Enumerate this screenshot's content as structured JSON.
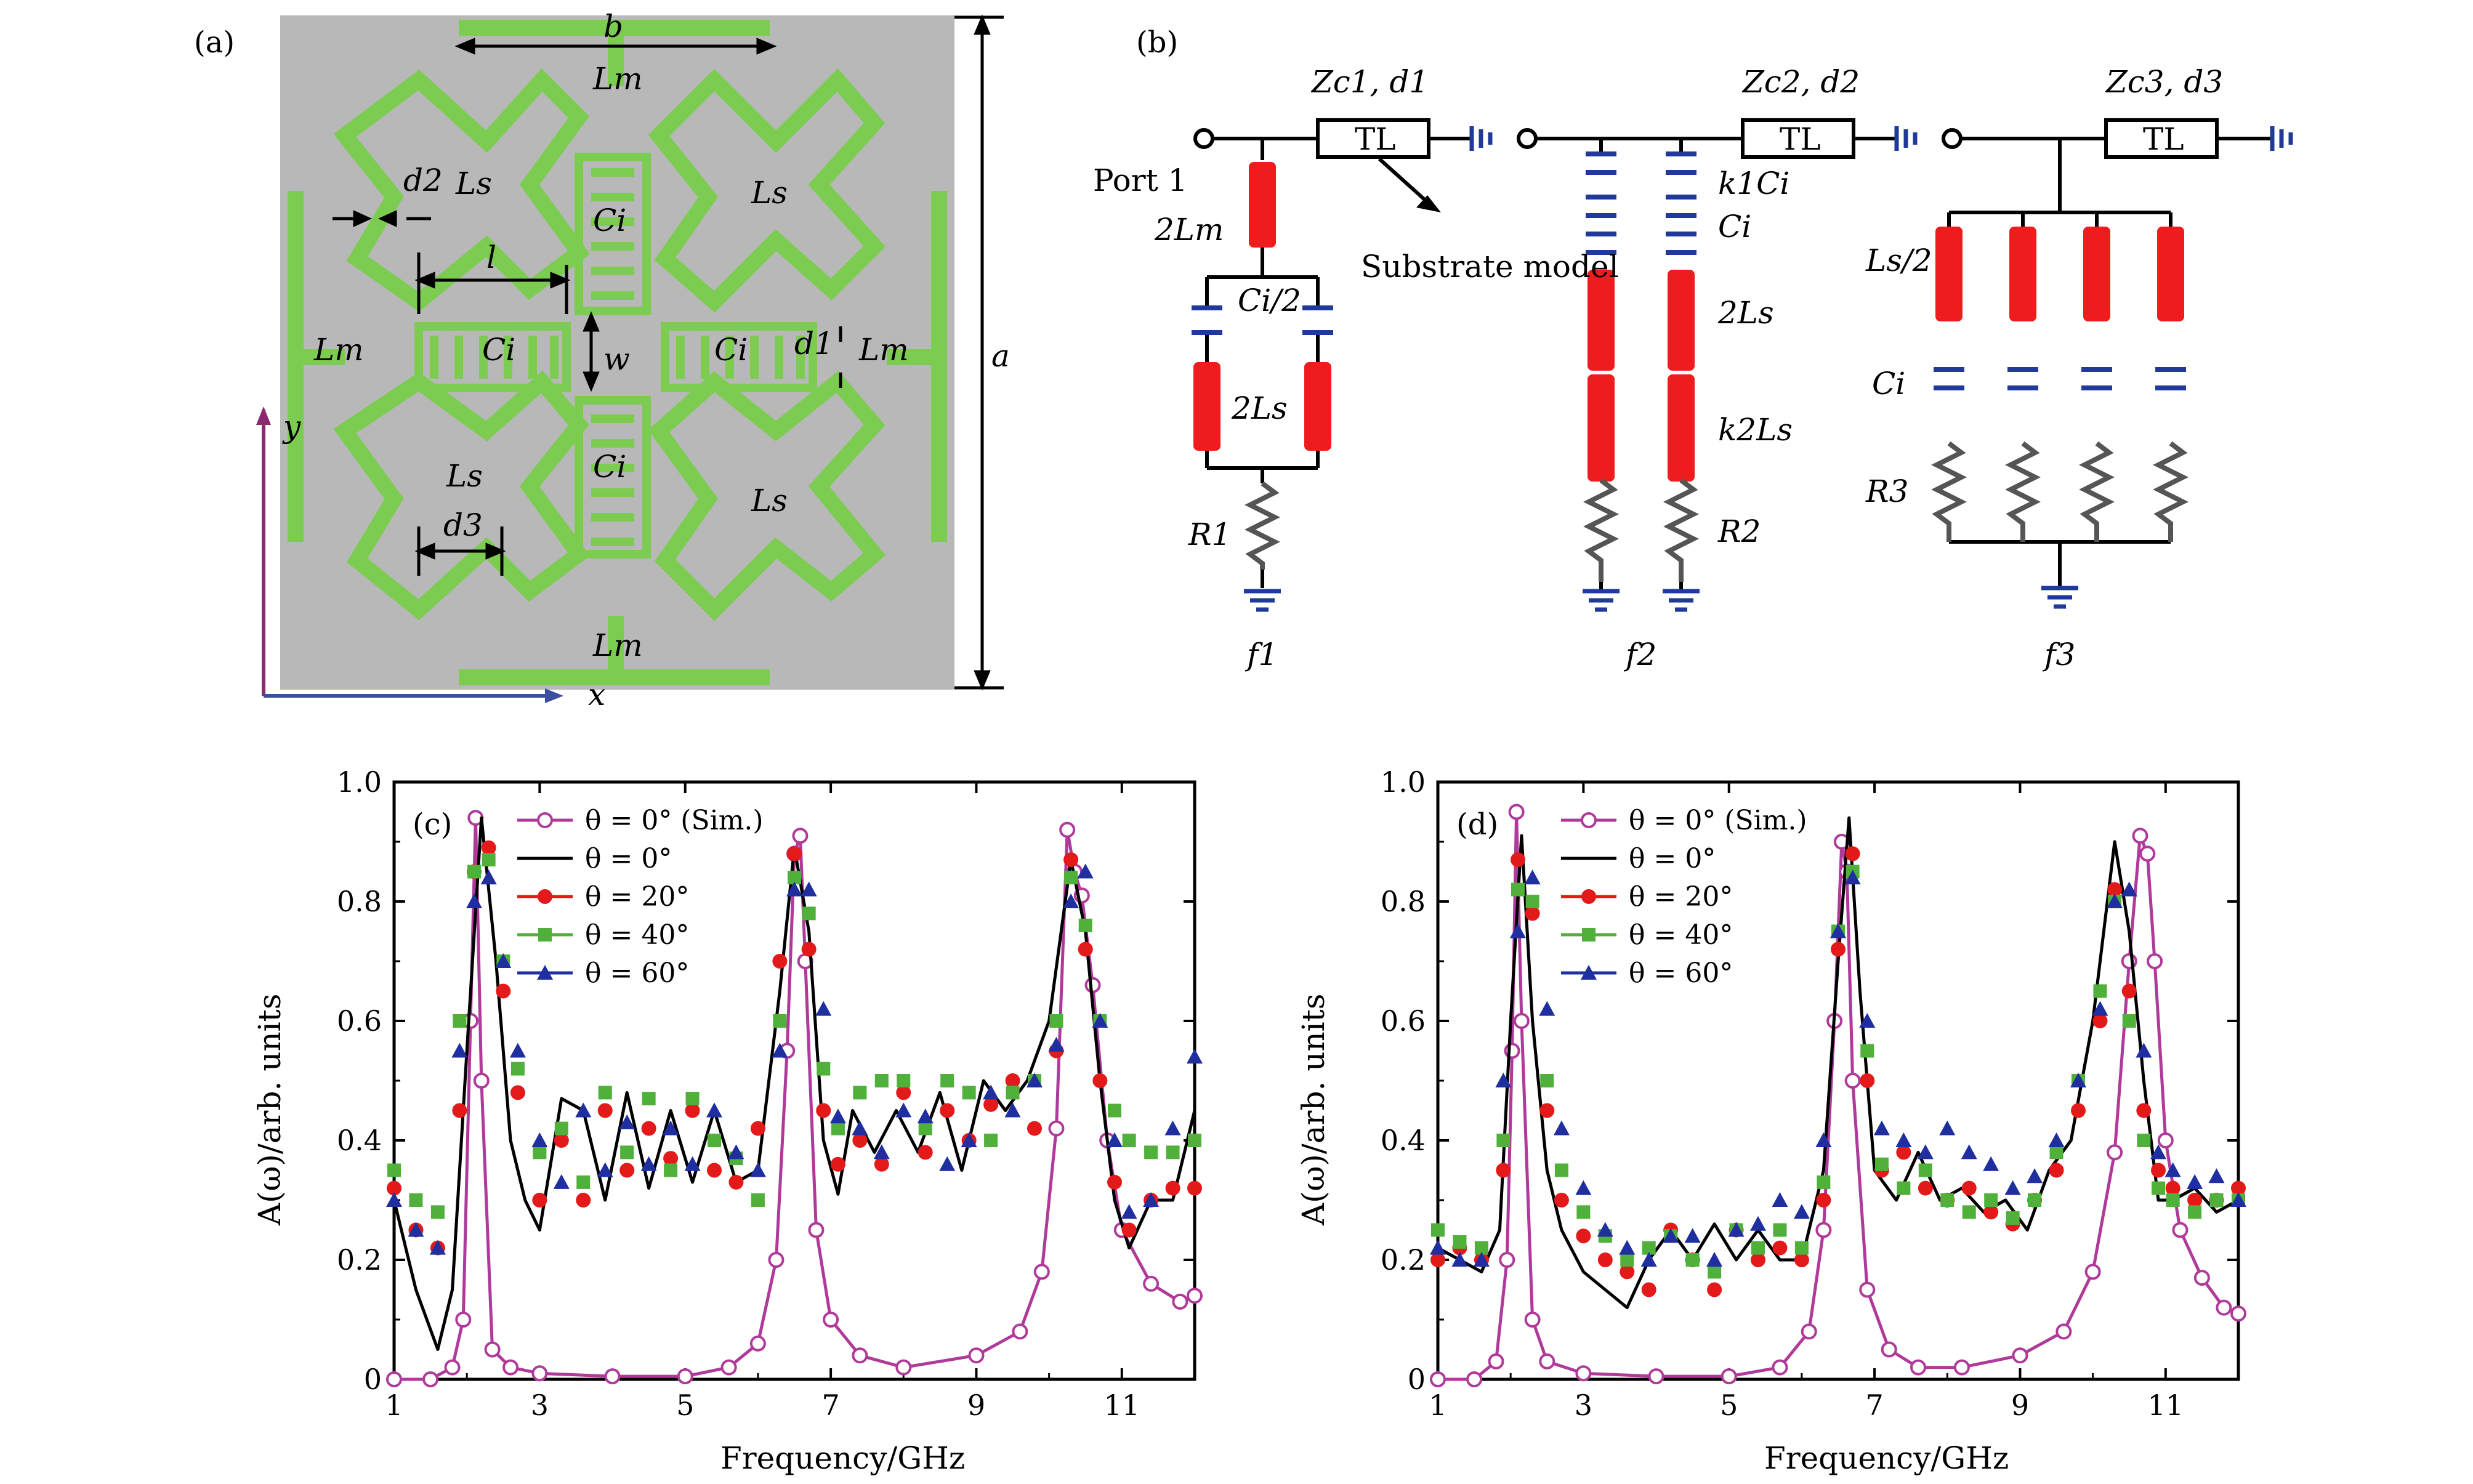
{
  "panel_labels": {
    "a": "(a)",
    "b": "(b)",
    "c": "(c)",
    "d": "(d)"
  },
  "structure": {
    "labels": {
      "b": "b",
      "a": "a",
      "lm_top": "Lm",
      "lm_bottom": "Lm",
      "lm_left": "Lm",
      "lm_right": "Lm",
      "ls_tl": "Ls",
      "ls_tr": "Ls",
      "ls_bl": "Ls",
      "ls_br": "Ls",
      "ci_top": "Ci",
      "ci_bottom": "Ci",
      "ci_left": "Ci",
      "ci_right": "Ci",
      "d1": "d1",
      "d2": "d2",
      "d3": "d3",
      "l": "l",
      "w": "w",
      "x": "x",
      "y": "y"
    },
    "colors": {
      "substrate": "#b8b8b8",
      "metal": "#7ccc52",
      "y_axis": "#8b2a6f",
      "x_axis": "#3a4fa0"
    }
  },
  "circuit": {
    "port1": "Port 1",
    "tl": "TL",
    "substrate_model": "Substrate model",
    "zc1": "Zc1, d1",
    "zc2": "Zc2, d2",
    "zc3": "Zc3, d3",
    "two_lm": "2Lm",
    "ci_half": "Ci/2",
    "two_ls": "2Ls",
    "r1": "R1",
    "f1": "f1",
    "k1ci": "k1Ci",
    "ci": "Ci",
    "two_ls_b": "2Ls",
    "k2ls": "k2Ls",
    "r2": "R2",
    "f2": "f2",
    "ls_half": "Ls/2",
    "ci_c": "Ci",
    "r3": "R3",
    "f3": "f3",
    "colors": {
      "inductor": "#ee1c1c",
      "capacitor": "#1f3a9a",
      "resistor": "#555555",
      "ground": "#1f3a9a"
    }
  },
  "chart_data": [
    {
      "type": "line",
      "panel": "(c)",
      "xlabel": "Frequency/GHz",
      "ylabel": "A(ω)/arb. units",
      "xlim": [
        1,
        12
      ],
      "ylim": [
        0,
        1.0
      ],
      "xticks": [
        "1",
        "3",
        "5",
        "7",
        "9",
        "11"
      ],
      "yticks": [
        "0",
        "0.2",
        "0.4",
        "0.6",
        "0.8",
        "1.0"
      ],
      "legend_position": "top-left",
      "series": [
        {
          "name": "θ = 0° (Sim.)",
          "color": "#b03a9a",
          "marker": "open-circle",
          "x": [
            1.0,
            1.5,
            1.8,
            1.95,
            2.05,
            2.12,
            2.2,
            2.35,
            2.6,
            3.0,
            4.0,
            5.0,
            5.6,
            6.0,
            6.25,
            6.4,
            6.5,
            6.58,
            6.65,
            6.8,
            7.0,
            7.4,
            8.0,
            9.0,
            9.6,
            9.9,
            10.1,
            10.25,
            10.35,
            10.45,
            10.6,
            10.8,
            11.0,
            11.4,
            11.8,
            12.0
          ],
          "y": [
            0.0,
            0.0,
            0.02,
            0.1,
            0.6,
            0.94,
            0.5,
            0.05,
            0.02,
            0.01,
            0.005,
            0.005,
            0.02,
            0.06,
            0.2,
            0.55,
            0.88,
            0.91,
            0.7,
            0.25,
            0.1,
            0.04,
            0.02,
            0.04,
            0.08,
            0.18,
            0.42,
            0.92,
            0.85,
            0.81,
            0.66,
            0.4,
            0.25,
            0.16,
            0.13,
            0.14
          ]
        },
        {
          "name": "θ = 0°",
          "color": "#000000",
          "marker": "none",
          "x": [
            1.0,
            1.3,
            1.6,
            1.8,
            2.0,
            2.2,
            2.4,
            2.6,
            2.8,
            3.0,
            3.3,
            3.6,
            3.9,
            4.2,
            4.5,
            4.8,
            5.1,
            5.4,
            5.7,
            6.0,
            6.3,
            6.5,
            6.7,
            6.9,
            7.1,
            7.3,
            7.6,
            7.9,
            8.2,
            8.5,
            8.8,
            9.1,
            9.4,
            9.7,
            10.0,
            10.3,
            10.5,
            10.7,
            10.9,
            11.1,
            11.4,
            11.7,
            12.0
          ],
          "y": [
            0.3,
            0.15,
            0.05,
            0.15,
            0.55,
            0.94,
            0.7,
            0.4,
            0.3,
            0.25,
            0.47,
            0.45,
            0.3,
            0.48,
            0.32,
            0.45,
            0.33,
            0.45,
            0.33,
            0.35,
            0.65,
            0.89,
            0.75,
            0.4,
            0.31,
            0.45,
            0.38,
            0.45,
            0.38,
            0.48,
            0.35,
            0.5,
            0.45,
            0.5,
            0.6,
            0.87,
            0.75,
            0.5,
            0.3,
            0.22,
            0.3,
            0.3,
            0.45
          ]
        },
        {
          "name": "θ = 20°",
          "color": "#e4191a",
          "marker": "filled-circle",
          "x": [
            1.0,
            1.3,
            1.6,
            1.9,
            2.1,
            2.3,
            2.5,
            2.7,
            3.0,
            3.3,
            3.6,
            3.9,
            4.2,
            4.5,
            4.8,
            5.1,
            5.4,
            5.7,
            6.0,
            6.3,
            6.5,
            6.7,
            6.9,
            7.1,
            7.4,
            7.7,
            8.0,
            8.3,
            8.6,
            8.9,
            9.2,
            9.5,
            9.8,
            10.1,
            10.3,
            10.5,
            10.7,
            10.9,
            11.1,
            11.4,
            11.7,
            12.0
          ],
          "y": [
            0.32,
            0.25,
            0.22,
            0.45,
            0.85,
            0.89,
            0.65,
            0.48,
            0.3,
            0.4,
            0.3,
            0.45,
            0.35,
            0.42,
            0.37,
            0.45,
            0.35,
            0.33,
            0.42,
            0.7,
            0.88,
            0.72,
            0.45,
            0.36,
            0.4,
            0.36,
            0.48,
            0.38,
            0.45,
            0.4,
            0.46,
            0.5,
            0.42,
            0.55,
            0.87,
            0.72,
            0.5,
            0.33,
            0.25,
            0.3,
            0.32,
            0.32
          ]
        },
        {
          "name": "θ = 40°",
          "color": "#4fb03a",
          "marker": "filled-square",
          "x": [
            1.0,
            1.3,
            1.6,
            1.9,
            2.1,
            2.3,
            2.5,
            2.7,
            3.0,
            3.3,
            3.6,
            3.9,
            4.2,
            4.5,
            4.8,
            5.1,
            5.4,
            5.7,
            6.0,
            6.3,
            6.5,
            6.7,
            6.9,
            7.1,
            7.4,
            7.7,
            8.0,
            8.3,
            8.6,
            8.9,
            9.2,
            9.5,
            9.8,
            10.1,
            10.3,
            10.5,
            10.7,
            10.9,
            11.1,
            11.4,
            11.7,
            12.0
          ],
          "y": [
            0.35,
            0.3,
            0.28,
            0.6,
            0.85,
            0.87,
            0.7,
            0.52,
            0.38,
            0.42,
            0.33,
            0.48,
            0.38,
            0.47,
            0.35,
            0.47,
            0.4,
            0.37,
            0.3,
            0.6,
            0.84,
            0.78,
            0.52,
            0.42,
            0.48,
            0.5,
            0.5,
            0.42,
            0.5,
            0.48,
            0.4,
            0.48,
            0.5,
            0.6,
            0.84,
            0.76,
            0.6,
            0.45,
            0.4,
            0.38,
            0.38,
            0.4
          ]
        },
        {
          "name": "θ = 60°",
          "color": "#1f2fa0",
          "marker": "filled-triangle",
          "x": [
            1.0,
            1.3,
            1.6,
            1.9,
            2.1,
            2.3,
            2.5,
            2.7,
            3.0,
            3.3,
            3.6,
            3.9,
            4.2,
            4.5,
            4.8,
            5.1,
            5.4,
            5.7,
            6.0,
            6.3,
            6.5,
            6.7,
            6.9,
            7.1,
            7.4,
            7.7,
            8.0,
            8.3,
            8.6,
            8.9,
            9.2,
            9.5,
            9.8,
            10.1,
            10.3,
            10.5,
            10.7,
            10.9,
            11.1,
            11.4,
            11.7,
            12.0
          ],
          "y": [
            0.3,
            0.25,
            0.22,
            0.55,
            0.8,
            0.84,
            0.7,
            0.55,
            0.4,
            0.33,
            0.45,
            0.35,
            0.43,
            0.36,
            0.42,
            0.36,
            0.45,
            0.38,
            0.35,
            0.55,
            0.82,
            0.82,
            0.62,
            0.44,
            0.42,
            0.38,
            0.45,
            0.44,
            0.36,
            0.4,
            0.48,
            0.45,
            0.5,
            0.56,
            0.8,
            0.85,
            0.6,
            0.4,
            0.28,
            0.3,
            0.42,
            0.54
          ]
        }
      ]
    },
    {
      "type": "line",
      "panel": "(d)",
      "xlabel": "Frequency/GHz",
      "ylabel": "A(ω)/arb. units",
      "xlim": [
        1,
        12
      ],
      "ylim": [
        0,
        1.0
      ],
      "xticks": [
        "1",
        "3",
        "5",
        "7",
        "9",
        "11"
      ],
      "yticks": [
        "0",
        "0.2",
        "0.4",
        "0.6",
        "0.8",
        "1.0"
      ],
      "legend_position": "top-left",
      "series": [
        {
          "name": "θ = 0° (Sim.)",
          "color": "#b03a9a",
          "marker": "open-circle",
          "x": [
            1.0,
            1.5,
            1.8,
            1.95,
            2.02,
            2.08,
            2.15,
            2.3,
            2.5,
            3.0,
            4.0,
            5.0,
            5.7,
            6.1,
            6.3,
            6.45,
            6.55,
            6.62,
            6.7,
            6.9,
            7.2,
            7.6,
            8.2,
            9.0,
            9.6,
            10.0,
            10.3,
            10.5,
            10.65,
            10.75,
            10.85,
            11.0,
            11.2,
            11.5,
            11.8,
            12.0
          ],
          "y": [
            0.0,
            0.0,
            0.03,
            0.2,
            0.55,
            0.95,
            0.6,
            0.1,
            0.03,
            0.01,
            0.005,
            0.005,
            0.02,
            0.08,
            0.25,
            0.6,
            0.9,
            0.85,
            0.5,
            0.15,
            0.05,
            0.02,
            0.02,
            0.04,
            0.08,
            0.18,
            0.38,
            0.7,
            0.91,
            0.88,
            0.7,
            0.4,
            0.25,
            0.17,
            0.12,
            0.11
          ]
        },
        {
          "name": "θ = 0°",
          "color": "#000000",
          "marker": "none",
          "x": [
            1.0,
            1.3,
            1.6,
            1.85,
            2.0,
            2.15,
            2.3,
            2.5,
            2.7,
            3.0,
            3.3,
            3.6,
            3.9,
            4.2,
            4.5,
            4.8,
            5.1,
            5.4,
            5.7,
            6.0,
            6.3,
            6.5,
            6.65,
            6.8,
            7.0,
            7.3,
            7.6,
            7.9,
            8.2,
            8.5,
            8.8,
            9.1,
            9.4,
            9.7,
            10.0,
            10.3,
            10.5,
            10.7,
            10.9,
            11.1,
            11.4,
            11.7,
            12.0
          ],
          "y": [
            0.22,
            0.2,
            0.18,
            0.25,
            0.6,
            0.91,
            0.6,
            0.35,
            0.25,
            0.18,
            0.15,
            0.12,
            0.2,
            0.25,
            0.2,
            0.26,
            0.2,
            0.25,
            0.2,
            0.2,
            0.35,
            0.7,
            0.94,
            0.65,
            0.35,
            0.3,
            0.38,
            0.3,
            0.32,
            0.28,
            0.3,
            0.25,
            0.35,
            0.4,
            0.6,
            0.9,
            0.75,
            0.5,
            0.3,
            0.3,
            0.32,
            0.28,
            0.3
          ]
        },
        {
          "name": "θ = 20°",
          "color": "#e4191a",
          "marker": "filled-circle",
          "x": [
            1.0,
            1.3,
            1.6,
            1.9,
            2.1,
            2.3,
            2.5,
            2.7,
            3.0,
            3.3,
            3.6,
            3.9,
            4.2,
            4.5,
            4.8,
            5.1,
            5.4,
            5.7,
            6.0,
            6.3,
            6.5,
            6.7,
            6.9,
            7.1,
            7.4,
            7.7,
            8.0,
            8.3,
            8.6,
            8.9,
            9.2,
            9.5,
            9.8,
            10.1,
            10.3,
            10.5,
            10.7,
            10.9,
            11.1,
            11.4,
            11.7,
            12.0
          ],
          "y": [
            0.2,
            0.22,
            0.2,
            0.35,
            0.87,
            0.78,
            0.45,
            0.3,
            0.24,
            0.2,
            0.18,
            0.15,
            0.25,
            0.2,
            0.15,
            0.25,
            0.2,
            0.22,
            0.2,
            0.3,
            0.72,
            0.88,
            0.5,
            0.35,
            0.38,
            0.32,
            0.3,
            0.32,
            0.28,
            0.26,
            0.3,
            0.35,
            0.45,
            0.6,
            0.82,
            0.65,
            0.45,
            0.35,
            0.32,
            0.3,
            0.3,
            0.32
          ]
        },
        {
          "name": "θ = 40°",
          "color": "#4fb03a",
          "marker": "filled-square",
          "x": [
            1.0,
            1.3,
            1.6,
            1.9,
            2.1,
            2.3,
            2.5,
            2.7,
            3.0,
            3.3,
            3.6,
            3.9,
            4.2,
            4.5,
            4.8,
            5.1,
            5.4,
            5.7,
            6.0,
            6.3,
            6.5,
            6.7,
            6.9,
            7.1,
            7.4,
            7.7,
            8.0,
            8.3,
            8.6,
            8.9,
            9.2,
            9.5,
            9.8,
            10.1,
            10.3,
            10.5,
            10.7,
            10.9,
            11.1,
            11.4,
            11.7,
            12.0
          ],
          "y": [
            0.25,
            0.23,
            0.22,
            0.4,
            0.82,
            0.8,
            0.5,
            0.35,
            0.28,
            0.24,
            0.2,
            0.22,
            0.24,
            0.2,
            0.18,
            0.25,
            0.22,
            0.25,
            0.22,
            0.33,
            0.75,
            0.85,
            0.55,
            0.36,
            0.32,
            0.35,
            0.3,
            0.28,
            0.3,
            0.27,
            0.3,
            0.38,
            0.5,
            0.65,
            0.8,
            0.6,
            0.4,
            0.32,
            0.3,
            0.28,
            0.3,
            0.3
          ]
        },
        {
          "name": "θ = 60°",
          "color": "#1f2fa0",
          "marker": "filled-triangle",
          "x": [
            1.0,
            1.3,
            1.6,
            1.9,
            2.1,
            2.3,
            2.5,
            2.7,
            3.0,
            3.3,
            3.6,
            3.9,
            4.2,
            4.5,
            4.8,
            5.1,
            5.4,
            5.7,
            6.0,
            6.3,
            6.5,
            6.7,
            6.9,
            7.1,
            7.4,
            7.7,
            8.0,
            8.3,
            8.6,
            8.9,
            9.2,
            9.5,
            9.8,
            10.1,
            10.3,
            10.5,
            10.7,
            10.9,
            11.1,
            11.4,
            11.7,
            12.0
          ],
          "y": [
            0.22,
            0.2,
            0.2,
            0.5,
            0.75,
            0.84,
            0.62,
            0.42,
            0.32,
            0.25,
            0.22,
            0.2,
            0.24,
            0.24,
            0.2,
            0.25,
            0.26,
            0.3,
            0.28,
            0.4,
            0.75,
            0.84,
            0.6,
            0.42,
            0.4,
            0.38,
            0.42,
            0.38,
            0.36,
            0.32,
            0.34,
            0.4,
            0.5,
            0.62,
            0.8,
            0.82,
            0.55,
            0.38,
            0.35,
            0.33,
            0.34,
            0.3
          ]
        }
      ]
    }
  ]
}
